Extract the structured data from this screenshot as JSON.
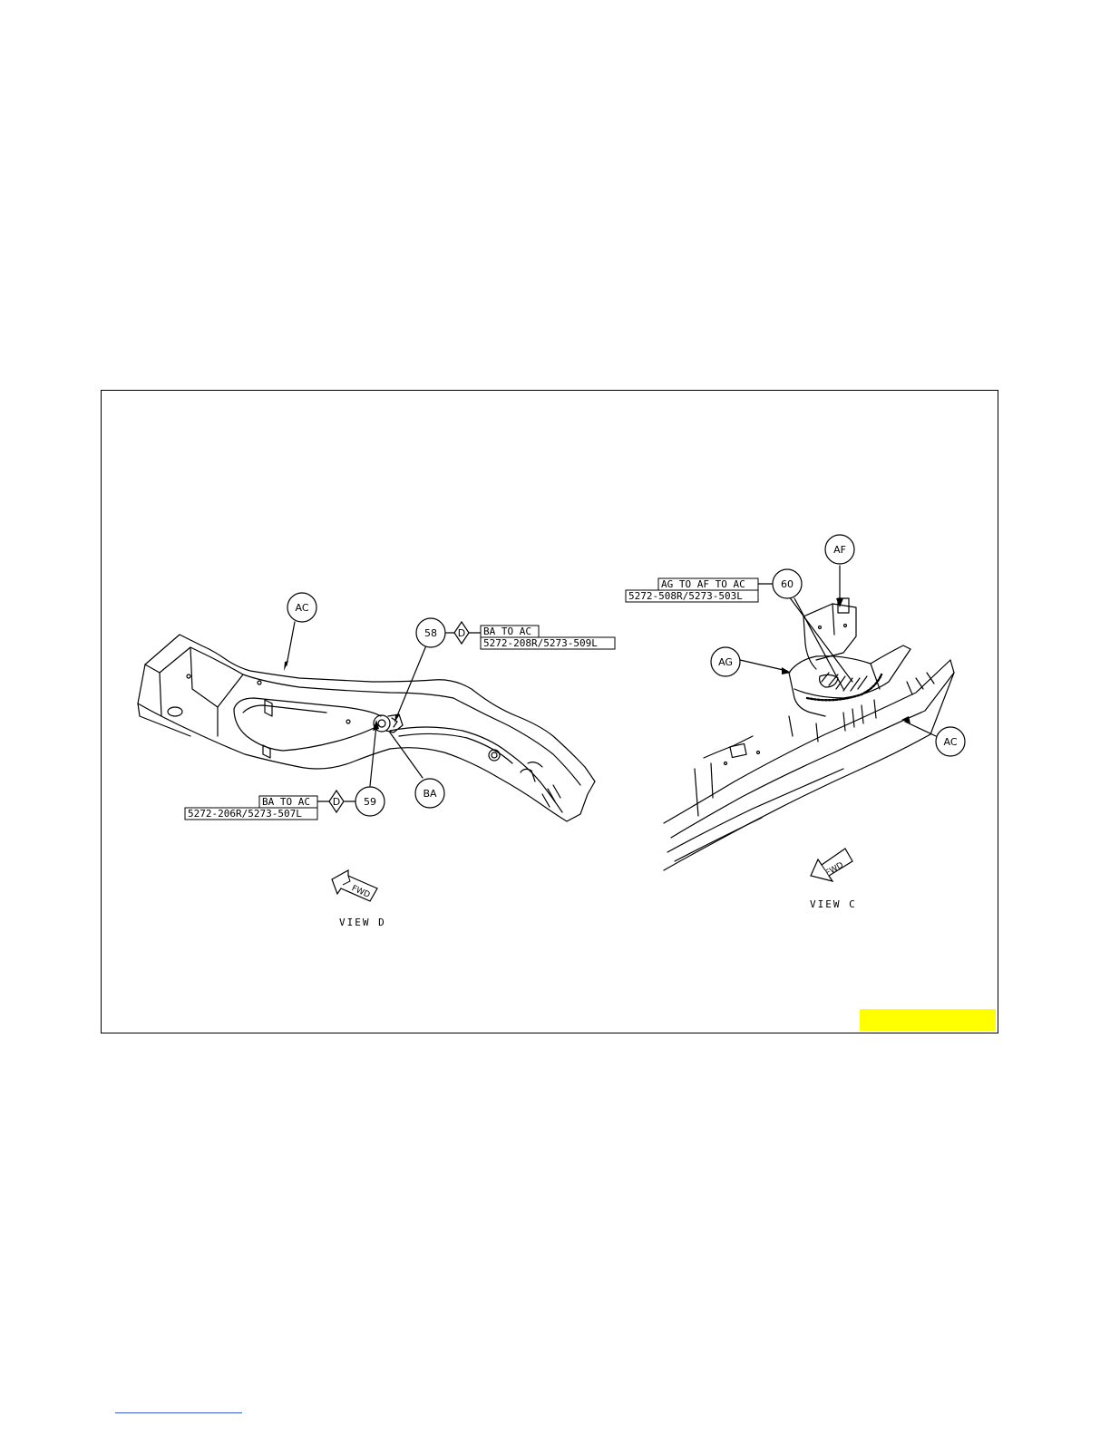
{
  "view_d": {
    "title": "VIEW D",
    "fwd": "FWD",
    "parts": {
      "ac": "AC",
      "ba": "BA"
    },
    "weld_58": {
      "number": "58",
      "symbol": "D",
      "line1": "BA TO AC",
      "line2": "5272-208R/5273-509L"
    },
    "weld_59": {
      "number": "59",
      "symbol": "D",
      "line1": "BA TO AC",
      "line2": "5272-206R/5273-507L"
    }
  },
  "view_c": {
    "title": "VIEW C",
    "fwd": "FWD",
    "parts": {
      "af": "AF",
      "ag": "AG",
      "ac": "AC"
    },
    "weld_60": {
      "number": "60",
      "line1": "AG TO AF TO AC",
      "line2": "5272-508R/5273-503L"
    }
  },
  "colors": {
    "highlight": "#ffff00",
    "footer_link": "#3b5bd6"
  }
}
